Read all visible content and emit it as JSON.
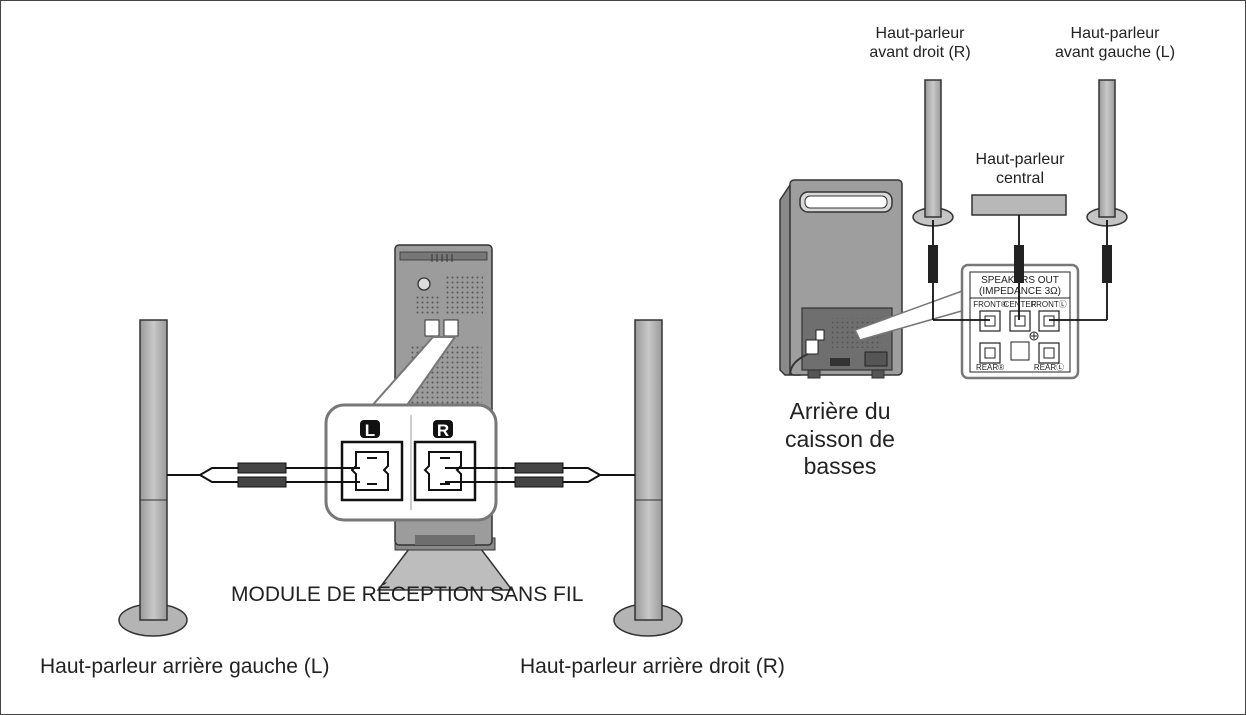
{
  "labels": {
    "front_right": "Haut-parleur\navant droit (R)",
    "front_left": "Haut-parleur\navant gauche (L)",
    "center": "Haut-parleur\ncentral",
    "subwoofer_rear": "Arrière du\ncaisson de\nbasses",
    "module": "MODULE DE RÉCEPTION SANS FIL",
    "rear_left": "Haut-parleur arrière gauche (L)",
    "rear_right": "Haut-parleur arrière droit (R)"
  },
  "panel": {
    "title_line1": "SPEAKERS OUT",
    "title_line2": "(IMPEDANCE 3Ω)",
    "front_r": "FRONT®",
    "center": "CENTER",
    "front_l": "FRONTⓁ",
    "rear_r": "REAR®",
    "rear_l": "REARⓁ"
  },
  "module_terminals": {
    "left": "L",
    "right": "R"
  }
}
